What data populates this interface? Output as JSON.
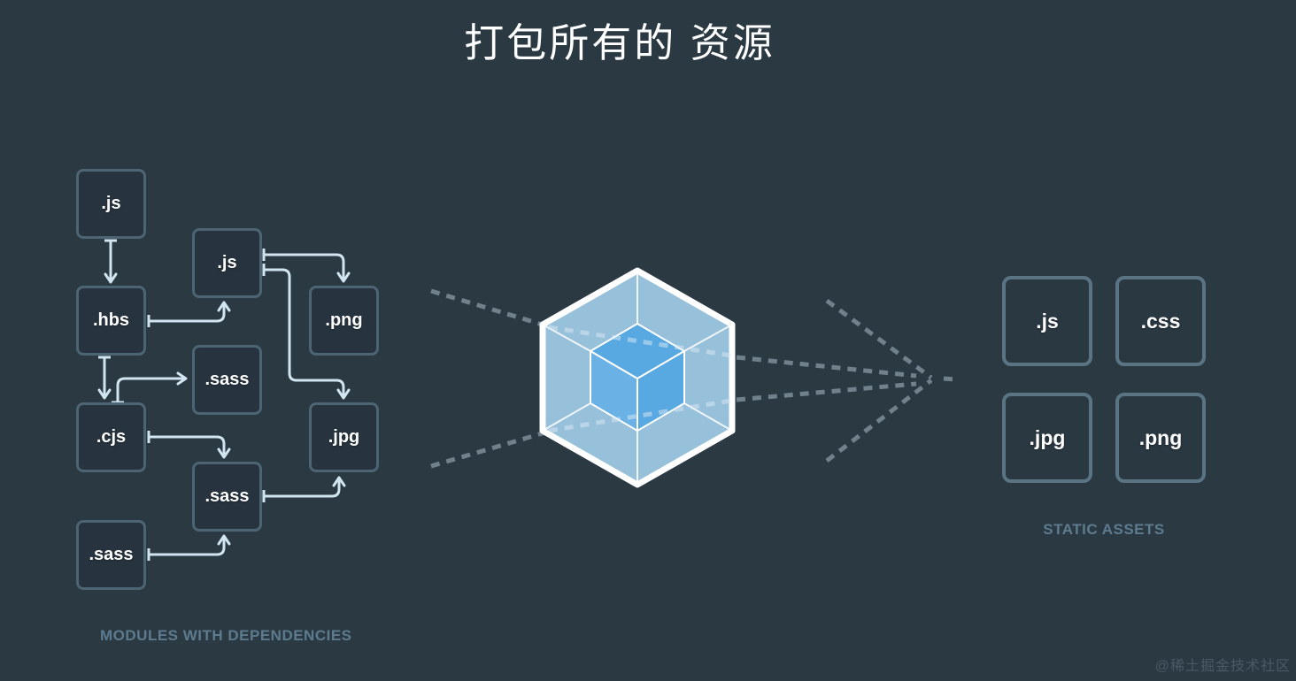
{
  "title": "打包所有的 资源",
  "modules": {
    "caption": "MODULES WITH DEPENDENCIES",
    "boxes": [
      {
        "label": ".js"
      },
      {
        "label": ".js"
      },
      {
        "label": ".hbs"
      },
      {
        "label": ".png"
      },
      {
        "label": ".sass"
      },
      {
        "label": ".cjs"
      },
      {
        "label": ".jpg"
      },
      {
        "label": ".sass"
      },
      {
        "label": ".sass"
      }
    ]
  },
  "assets": {
    "caption": "STATIC ASSETS",
    "boxes": [
      {
        "label": ".js"
      },
      {
        "label": ".css"
      },
      {
        "label": ".jpg"
      },
      {
        "label": ".png"
      }
    ]
  },
  "watermark": "@稀土掘金技术社区",
  "colors": {
    "background": "#2b3943",
    "module_box_border": "#4d6473",
    "asset_box_border": "#5a7484",
    "arrow": "#d0e5f0",
    "dotted_flow": "#71818c",
    "caption": "#5d7b8e",
    "webpack_outer": "#9dc7e3",
    "webpack_inner": "#58a8e1"
  }
}
